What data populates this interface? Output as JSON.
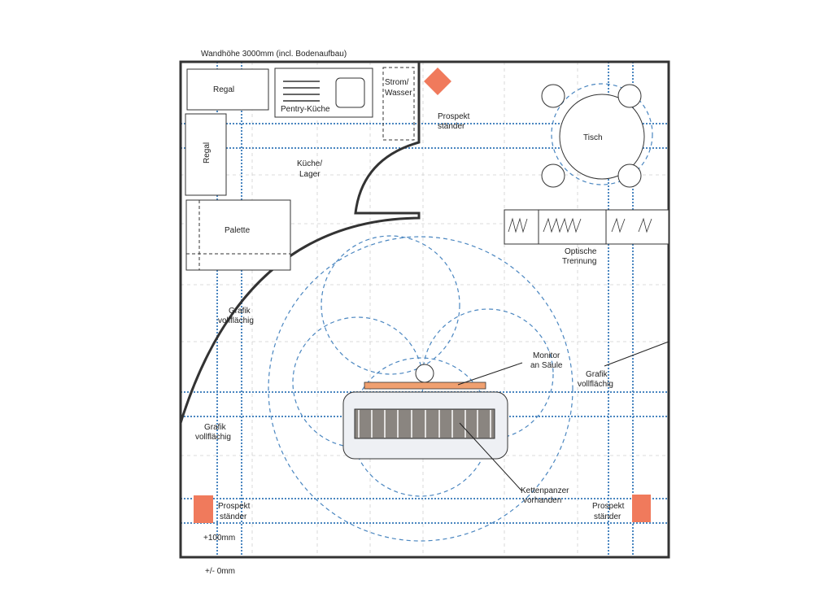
{
  "title": "Wandhöhe 3000mm (incl. Bodenaufbau)",
  "labels": {
    "regal_top": "Regal",
    "regal_side": "Regal",
    "pentry": "Pentry-Küche",
    "strom_1": "Strom/",
    "strom_2": "Wasser",
    "prospekt_top_1": "Prospekt",
    "prospekt_top_2": "ständer",
    "tisch": "Tisch",
    "kueche_1": "Küche/",
    "kueche_2": "Lager",
    "palette": "Palette",
    "optische_1": "Optische",
    "optische_2": "Trennung",
    "grafik_left1_1": "Grafik",
    "grafik_left1_2": "vollflächig",
    "grafik_left2_1": "Grafik",
    "grafik_left2_2": "vollflächig",
    "grafik_right_1": "Grafik",
    "grafik_right_2": "vollflächig",
    "monitor_1": "Monitor",
    "monitor_2": "an Säule",
    "ketten_1": "Kettenpanzer",
    "ketten_2": "vorhanden",
    "prospekt_left_1": "Prospekt",
    "prospekt_left_2": "ständer",
    "prospekt_right_1": "Prospekt",
    "prospekt_right_2": "ständer",
    "plus100": "+100mm",
    "zero": "+/- 0mm"
  },
  "colors": {
    "accent": "#f07a5c",
    "guide": "#4a86c0",
    "monitor": "#f0a070",
    "panzer": "#8a8580"
  }
}
